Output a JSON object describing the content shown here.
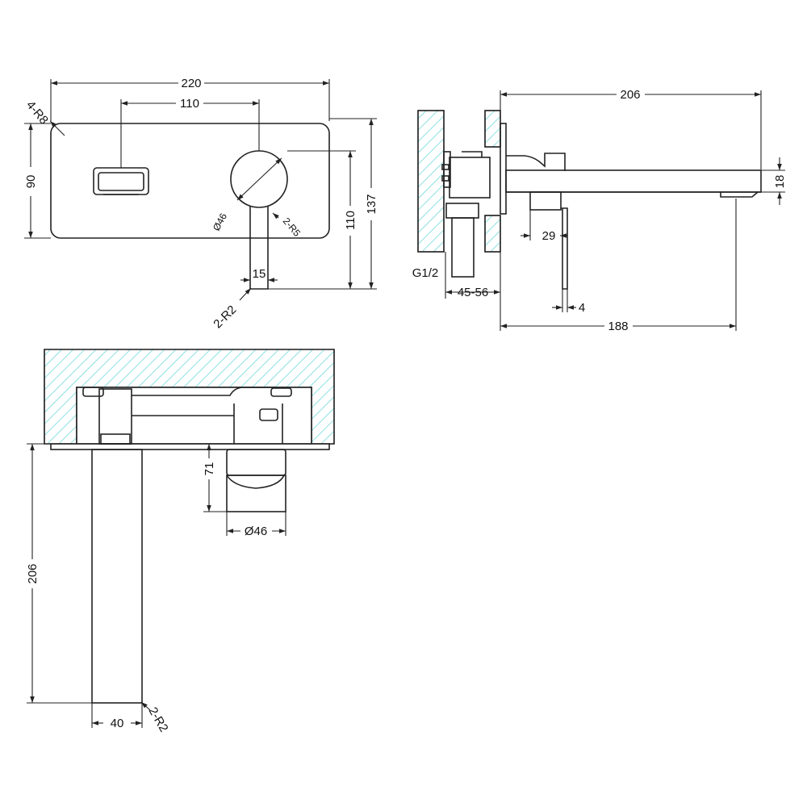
{
  "colors": {
    "hatch": "#5fd3d3",
    "line": "#222222",
    "background": "#ffffff"
  },
  "front_view": {
    "dim_width_overall": "220",
    "dim_centres": "110",
    "dim_corner_radius": "4-R8",
    "dim_height": "90",
    "dim_lever_diameter": "Ø46",
    "dim_lever_radius": "2-R5",
    "dim_lever_width": "15",
    "dim_lever_tip_radius": "2-R2",
    "dim_handle_height": "110",
    "dim_total_height": "137"
  },
  "side_view": {
    "dim_projection": "206",
    "dim_spout_thickness": "18",
    "dim_offset": "29",
    "dim_thread": "G1/2",
    "dim_wall_depth": "45-56",
    "dim_lever_thickness": "4",
    "dim_spout_reach": "188"
  },
  "top_view": {
    "dim_handle_length": "71",
    "dim_handle_diameter": "Ø46",
    "dim_spout_length": "206",
    "dim_spout_width": "40",
    "dim_spout_radius": "2-R2"
  }
}
